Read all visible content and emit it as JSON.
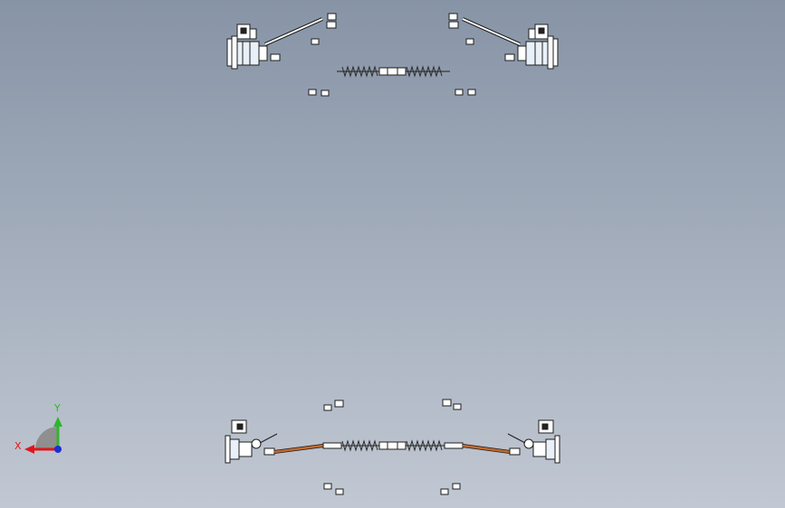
{
  "viewport": {
    "background_top": "#8794a6",
    "background_bottom": "#c1c8d3"
  },
  "triad": {
    "x_label": "X",
    "y_label": "Y",
    "x_color": "#e0161a",
    "y_color": "#2fb52f",
    "z_color": "#1c2fd6",
    "quadrant_color": "#8f8f8f"
  },
  "model": {
    "top_view": "tie-rod-assembly-top",
    "front_view": "tie-rod-assembly-front",
    "rod_color": "#c26a2e",
    "spring_color": "#2a2a2a",
    "part_fill": "#ffffff",
    "hub_fill": "#e9f0f7"
  }
}
